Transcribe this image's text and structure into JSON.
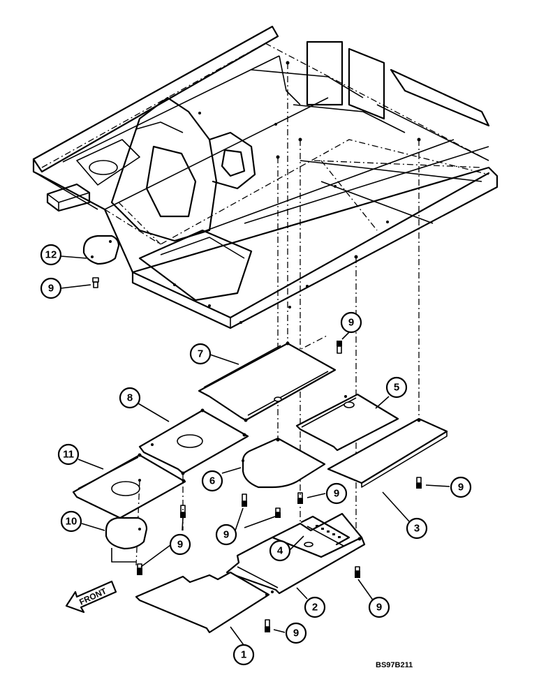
{
  "drawing_code": "BS97B211",
  "front_label": "FRONT",
  "callouts": [
    "12",
    "9",
    "7",
    "8",
    "5",
    "11",
    "6",
    "3",
    "10",
    "4",
    "2",
    "1"
  ],
  "bolt_label": "9"
}
